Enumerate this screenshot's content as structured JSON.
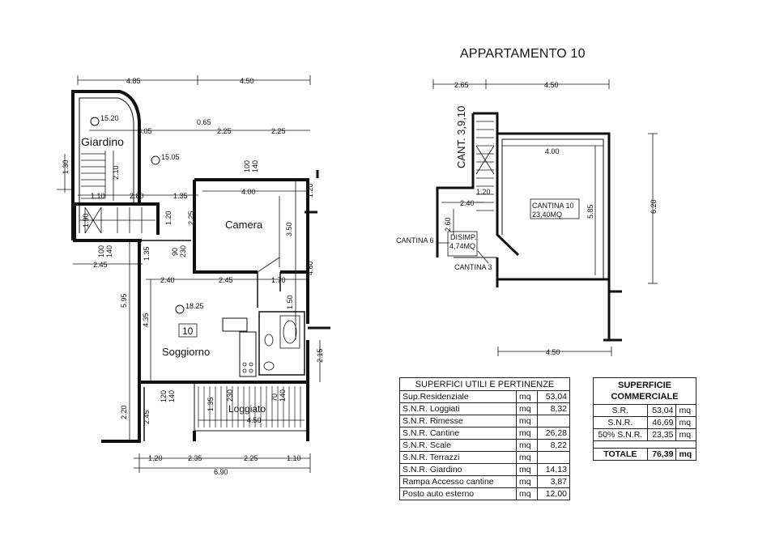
{
  "title": "APPARTAMENTO 10",
  "ground_floor": {
    "rooms": {
      "giardino": "Giardino",
      "camera": "Camera",
      "soggiorno": "Soggiorno",
      "loggiato": "Loggiato",
      "unit_number": "10"
    },
    "levels": [
      "15.20",
      "15.05",
      "18.25"
    ],
    "dims": {
      "top_left": "4.85",
      "top_right": "4.50",
      "d305": "3.05",
      "d065": "0.65",
      "d225a": "2.25",
      "d225b": "2.25",
      "d130": "1.30",
      "d210": "2.10",
      "d110": "1.10",
      "d280": "2.80",
      "d135a": "1.35",
      "d400": "4.00",
      "d120a": "1.20",
      "d190": "1.90",
      "d120b": "1.20",
      "d225c": "2.25",
      "d350": "3.50",
      "d460": "4.60",
      "d100a": "100",
      "d140a": "140",
      "d100b": "100",
      "d140b": "140",
      "d90": "90",
      "d230a": "230",
      "d135b": "1.35",
      "d245a": "2.45",
      "d595": "5.95",
      "d240": "2.40",
      "d245b": "2.45",
      "d170": "1.70",
      "d150": "1.50",
      "d435": "4.35",
      "d215": "2.15",
      "d120c": "120",
      "d140c": "140",
      "d135c": "1.35",
      "d230b": "230",
      "d70": "70",
      "d140d": "140",
      "d450": "4.50",
      "d220": "2.20",
      "d245c": "2.45",
      "b120": "1.20",
      "b235": "2.35",
      "b225": "2.25",
      "b110": "1.10",
      "b690": "6.90"
    }
  },
  "basement": {
    "dims": {
      "top_left": "2.65",
      "top_right": "4.50",
      "cant_label": "CANT. 3,9,10",
      "inner_400": "4.00",
      "d120": "1.20",
      "d240": "2.40",
      "d260": "2.60",
      "d585": "5.85",
      "d620": "6.20",
      "bottom_450": "4.50"
    },
    "cantina10": "CANTINA 10",
    "cantina10_area": "23,40MQ",
    "disimp": "DISIMP.",
    "disimp_area": "4,74MQ",
    "cantina6": "CANTINA 6",
    "cantina3": "CANTINA 3"
  },
  "table_utili": {
    "header": "SUPERFICI UTILI E PERTINENZE",
    "rows": [
      {
        "label": "Sup.Residenziale",
        "unit": "mq",
        "value": "53,04"
      },
      {
        "label": "S.N.R. Loggiati",
        "unit": "mq",
        "value": "8,32"
      },
      {
        "label": "S.N.R. Rimesse",
        "unit": "mq",
        "value": ""
      },
      {
        "label": "S.N.R. Cantine",
        "unit": "mq",
        "value": "26,28"
      },
      {
        "label": "S.N.R. Scale",
        "unit": "mq",
        "value": "8,22"
      },
      {
        "label": "S.N.R. Terrazzi",
        "unit": "mq",
        "value": ""
      },
      {
        "label": "S.N.R. Giardino",
        "unit": "mq",
        "value": "14,13"
      },
      {
        "label": "Rampa Accesso cantine",
        "unit": "mq",
        "value": "3,87"
      },
      {
        "label": "Posto auto esterno",
        "unit": "mq",
        "value": "12,00"
      }
    ]
  },
  "table_commerciale": {
    "header_line1": "SUPERFICIE",
    "header_line2": "COMMERCIALE",
    "rows": [
      {
        "label": "S.R.",
        "value": "53,04",
        "unit": "mq"
      },
      {
        "label": "S.N.R.",
        "value": "46,69",
        "unit": "mq"
      },
      {
        "label": "50% S.N.R.",
        "value": "23,35",
        "unit": "mq"
      }
    ],
    "total_label": "TOTALE",
    "total_value": "76,39",
    "total_unit": "mq"
  }
}
